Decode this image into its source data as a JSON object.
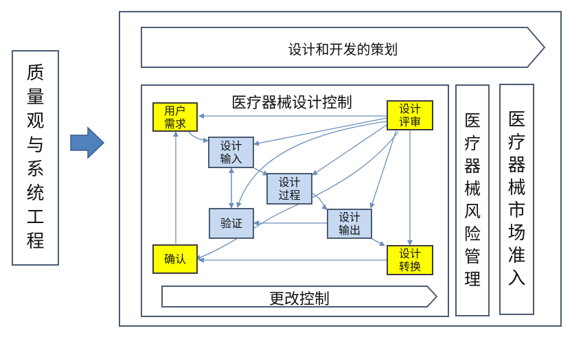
{
  "left_box": {
    "chars": [
      "质",
      "量",
      "观",
      "与",
      "系",
      "统",
      "工",
      "程"
    ]
  },
  "planning_banner": {
    "label": "设计和开发的策划"
  },
  "control_panel": {
    "title": "医疗器械设计控制",
    "nodes": {
      "user_needs": "用户\n需求",
      "design_review": "设计\n评审",
      "design_input": "设计\n输入",
      "design_process": "设计\n过程",
      "verification": "验证",
      "design_output": "设计\n输出",
      "validation": "确认",
      "design_transfer": "设计\n转换"
    },
    "change_banner": {
      "label": "更改控制"
    }
  },
  "risk_column": {
    "chars": [
      "医",
      "疗",
      "器",
      "械",
      "风",
      "险",
      "管",
      "理"
    ]
  },
  "market_column": {
    "chars": [
      "医",
      "疗",
      "器",
      "械",
      "市",
      "场",
      "准",
      "入"
    ]
  },
  "colors": {
    "border": "#4a5a74",
    "arrow": "#6a8fba",
    "blue_box": "#c6d9f1",
    "yellow_box": "#ffff00",
    "big_arrow": "#4f81bd"
  }
}
